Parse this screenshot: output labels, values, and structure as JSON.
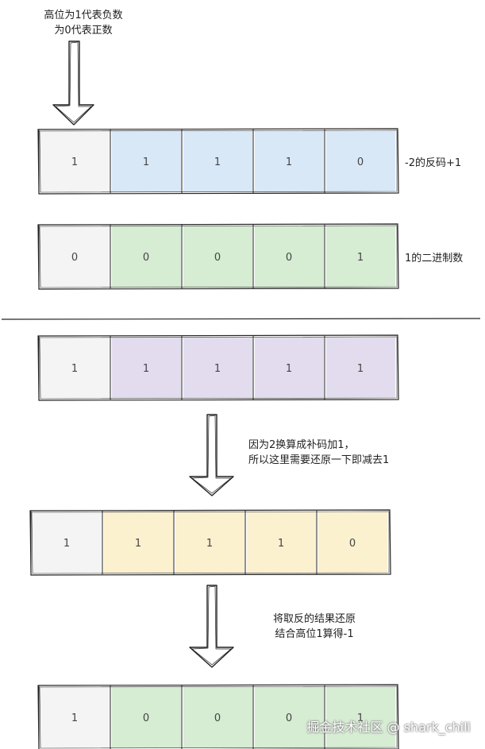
{
  "notes": {
    "top_line1": "高位为1代表负数",
    "top_line2": "为0代表正数",
    "mid_line1": "因为2换算成补码加1，",
    "mid_line2": "所以这里需要还原一下即减去1",
    "low_line1": "将取反的结果还原",
    "low_line2": "结合高位1算得-1"
  },
  "labels": {
    "row1": "-2的反码+1",
    "row2": "1的二进制数"
  },
  "rows": [
    {
      "bits": [
        "1",
        "1",
        "1",
        "1",
        "0"
      ],
      "fill": "#d9e8f7"
    },
    {
      "bits": [
        "0",
        "0",
        "0",
        "0",
        "1"
      ],
      "fill": "#d6ecd3"
    },
    {
      "bits": [
        "1",
        "1",
        "1",
        "1",
        "1"
      ],
      "fill": "#e3dcee"
    },
    {
      "bits": [
        "1",
        "1",
        "1",
        "1",
        "0"
      ],
      "fill": "#fbf1cf"
    },
    {
      "bits": [
        "1",
        "0",
        "0",
        "0",
        "1"
      ],
      "fill": "#d6ecd3"
    }
  ],
  "colors": {
    "first_cell": "#f4f4f4",
    "stroke": "#222222"
  },
  "watermark": "掘金技术社区 @ shark_chili"
}
